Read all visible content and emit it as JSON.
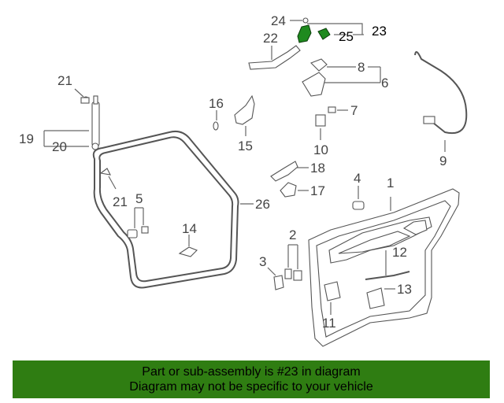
{
  "callouts": {
    "c1": "1",
    "c2": "2",
    "c3": "3",
    "c4": "4",
    "c5": "5",
    "c6": "6",
    "c7": "7",
    "c8": "8",
    "c9": "9",
    "c10": "10",
    "c11": "11",
    "c12": "12",
    "c13": "13",
    "c14": "14",
    "c15": "15",
    "c16": "16",
    "c17": "17",
    "c18": "18",
    "c19": "19",
    "c20": "20",
    "c21a": "21",
    "c21b": "21",
    "c22": "22",
    "c23": "23",
    "c24": "24",
    "c25": "25",
    "c26": "26"
  },
  "highlight_color": "#1f8a1f",
  "footer": {
    "line1": "Part or sub-assembly is #23 in diagram",
    "line2": "Diagram may not be specific to your vehicle",
    "background": "#2f7d12"
  }
}
